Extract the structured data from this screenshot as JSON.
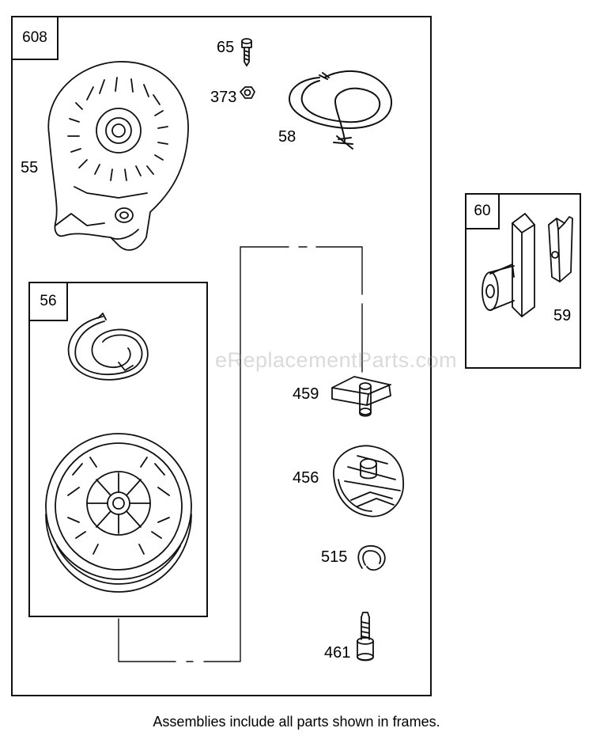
{
  "frames": {
    "main_id": "608",
    "starter_id": "56",
    "handle_id": "60"
  },
  "parts": {
    "p65": "65",
    "p373": "373",
    "p58": "58",
    "p55": "55",
    "p459": "459",
    "p456": "456",
    "p515": "515",
    "p461": "461",
    "p59": "59"
  },
  "watermark": "eReplacementParts.com",
  "footer": "Assemblies include all parts shown in frames."
}
